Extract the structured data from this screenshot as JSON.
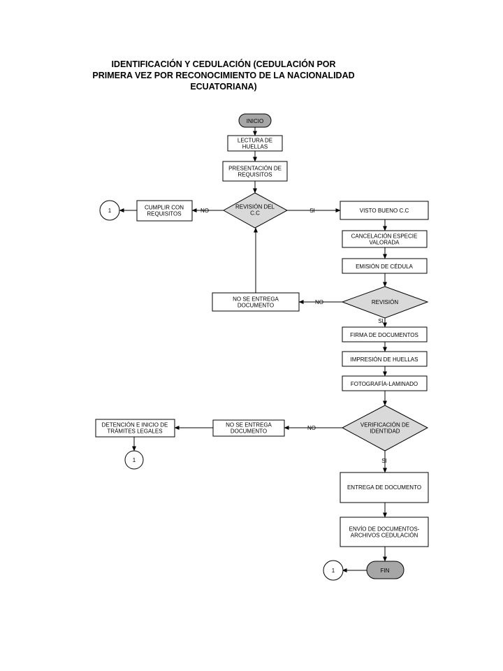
{
  "title": {
    "line1": "IDENTIFICACIÓN Y CEDULACIÓN (CEDULACIÓN POR",
    "line2": "PRIMERA VEZ POR RECONOCIMIENTO DE LA NACIONALIDAD",
    "line3": "ECUATORIANA)"
  },
  "nodes": {
    "inicio": [
      "INICIO"
    ],
    "lectura": [
      "LECTURA DE",
      "HUELLAS"
    ],
    "presentacion": [
      "PRESENTACIÓN DE",
      "REQUISITOS"
    ],
    "revision_cc": [
      "REVISIÓN DEL",
      "C.C"
    ],
    "cumplir": [
      "CUMPLIR CON",
      "REQUISITOS"
    ],
    "conn1": [
      "1"
    ],
    "visto_bueno": [
      "VISTO BUENO C.C"
    ],
    "cancelacion": [
      "CANCELACIÓN ESPECIE",
      "VALORADA"
    ],
    "emision": [
      "EMISIÓN DE CÉDULA"
    ],
    "revision": [
      "REVISIÓN"
    ],
    "no_entrega1": [
      "NO SE ENTREGA",
      "DOCUMENTO"
    ],
    "firma": [
      "FIRMA DE DOCUMENTOS"
    ],
    "impresion": [
      "IMPRESIÓN DE HUELLAS"
    ],
    "fotografia": [
      "FOTOGRAFÍA-LAMINADO"
    ],
    "verificacion": [
      "VERIFICACIÓN DE",
      "IDENTIDAD"
    ],
    "no_entrega2": [
      "NO SE ENTREGA",
      "DOCUMENTO"
    ],
    "detencion": [
      "DETENCIÓN E INICIO DE",
      "TRÁMITES LEGALES"
    ],
    "conn2": [
      "1"
    ],
    "entrega": [
      "ENTREGA DE DOCUMENTO"
    ],
    "envio": [
      "ENVÍO DE DOCUMENTOS-",
      "ARCHIVOS CEDULACIÓN"
    ],
    "fin": [
      "FIN"
    ],
    "conn3": [
      "1"
    ]
  },
  "edge_labels": {
    "no1": "NO",
    "si1": "SI",
    "no2": "NO",
    "si2": "SI",
    "no3": "NO",
    "si3": "SI"
  }
}
